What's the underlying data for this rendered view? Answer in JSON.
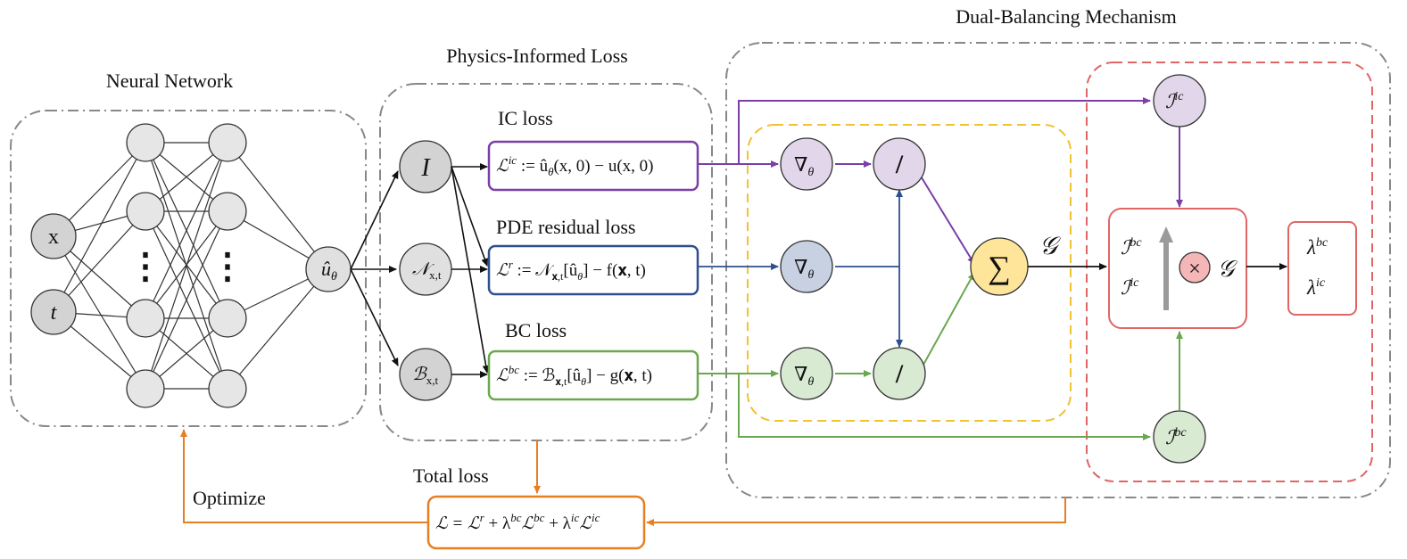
{
  "sections": {
    "neural_network": "Neural Network",
    "physics_loss": "Physics-Informed Loss",
    "dual_balancing": "Dual-Balancing Mechanism"
  },
  "nn": {
    "input_x": "x",
    "input_t": "t",
    "dots_1": "⋮",
    "dots_2": "⋮",
    "output": "û",
    "output_sub": "θ"
  },
  "loss_nodes": {
    "I": "I",
    "N": "𝒩",
    "N_sub": "x,t",
    "B": "ℬ",
    "B_sub": "x,t"
  },
  "loss_labels": {
    "ic": "IC loss",
    "pde": "PDE residual loss",
    "bc": "BC loss"
  },
  "equations": {
    "ic_L": "ℒ",
    "ic_sup": "ic",
    "ic_rest": " := û",
    "ic_theta": "θ",
    "ic_tail": "(x, 0) − u(x, 0)",
    "r_L": "ℒ",
    "r_sup": "r",
    "r_rest": " := 𝒩",
    "r_sub": "𝐱,t",
    "r_tail": "[û",
    "r_theta": "θ",
    "r_end": "] − f(𝐱, t)",
    "bc_L": "ℒ",
    "bc_sup": "bc",
    "bc_rest": " := ℬ",
    "bc_sub": "𝐱,t",
    "bc_tail": "[û",
    "bc_theta": "θ",
    "bc_end": "] − g(𝐱, t)"
  },
  "dual": {
    "grad": "∇",
    "grad_sub": "θ",
    "divide": "/",
    "sum": "∑",
    "G": "𝒢",
    "I_sym": "ℐ",
    "ic_sup": "ic",
    "bc_sup": "bc",
    "times": "×",
    "lambda": "λ"
  },
  "bottom": {
    "total_loss": "Total loss",
    "optimize": "Optimize",
    "total_eq_L": "ℒ = ℒ",
    "total_eq_r": "r",
    "total_eq_mid1": " + λ",
    "total_eq_bc1": "bc",
    "total_eq_L2": "ℒ",
    "total_eq_bc2": "bc",
    "total_eq_mid2": " + λ",
    "total_eq_ic1": "ic",
    "total_eq_L3": "ℒ",
    "total_eq_ic2": "ic"
  },
  "colors": {
    "purple": "#7b3fa6",
    "blue": "#2f4f8f",
    "green": "#6aa84f",
    "orange": "#e67e22",
    "yellow": "#f1c232",
    "red": "#e06666",
    "gray": "#888888"
  }
}
